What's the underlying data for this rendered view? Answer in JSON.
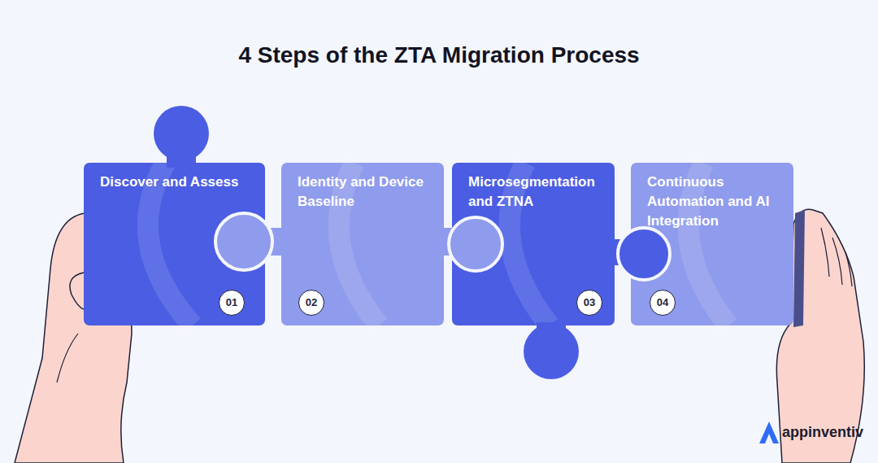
{
  "diagram": {
    "title": "4 Steps of the ZTA Migration Process",
    "nodes": [
      {
        "text": [
          "Discover and Assess",
          "01"
        ]
      },
      {
        "text": [
          "Identity and Device Baseline",
          "02"
        ]
      },
      {
        "text": [
          "Microsegmentation and ZTNA",
          "03"
        ]
      },
      {
        "text": [
          "Continuous Automation and AI Integration",
          "04"
        ]
      }
    ],
    "labels": [
      "appinventiv"
    ]
  }
}
